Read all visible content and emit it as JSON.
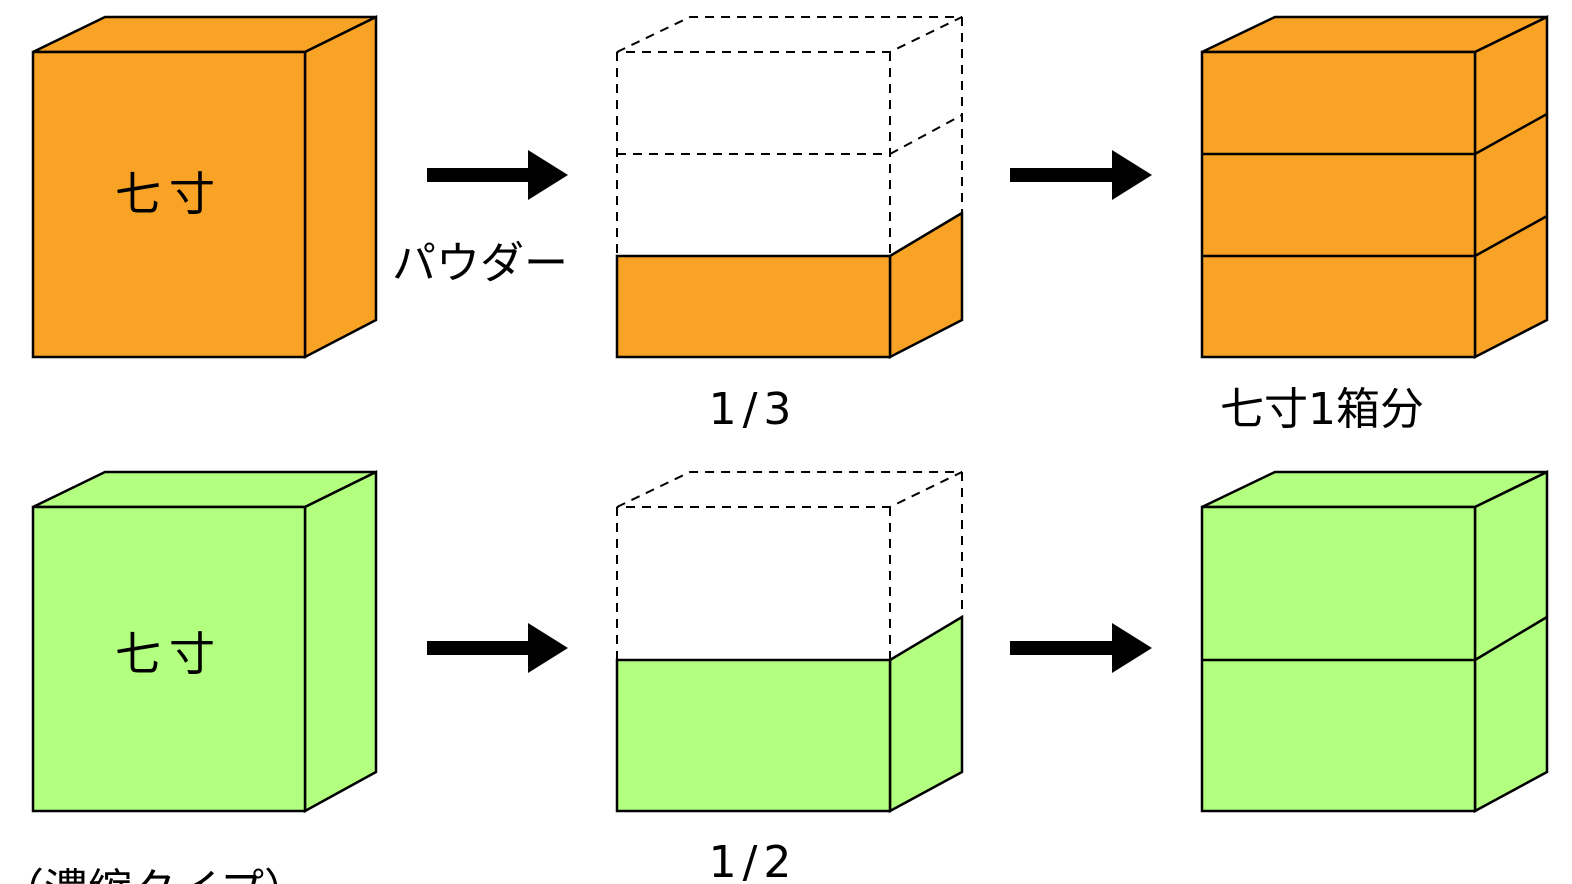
{
  "colors": {
    "orange": "#F9A326",
    "green": "#B3FF80",
    "stroke": "#000000",
    "background": "#FFFFFF"
  },
  "top_row": {
    "source_box_label": "七寸",
    "arrow_label": "パウダー",
    "fraction_label": "1/3",
    "result_label": "七寸1箱分",
    "fill_fraction": 0.3333,
    "result_layers": 3
  },
  "bottom_row": {
    "source_box_label": "七寸",
    "fraction_label": "1/2",
    "bottom_left_text": "（濃縮タイプ）",
    "fill_fraction": 0.5,
    "result_layers": 2
  }
}
